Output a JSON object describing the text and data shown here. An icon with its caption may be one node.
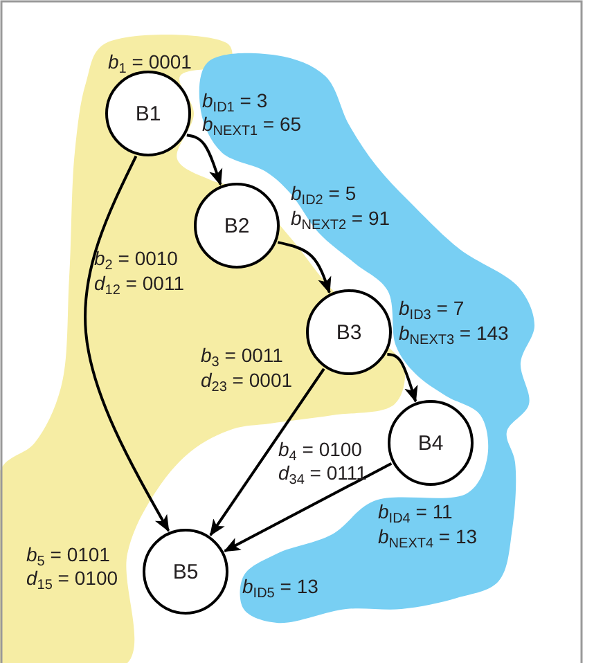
{
  "diagram": {
    "nodes": [
      {
        "text": [
          "B1"
        ],
        "beside": [
          "*b*$_{1}$ = 0001",
          "*b*$_{ID1}$ = 3",
          "*b*$_{NEXT1}$ = 65"
        ]
      },
      {
        "text": [
          "B2"
        ],
        "beside": [
          "*b*$_{ID2}$ = 5",
          "*b*$_{NEXT2}$ = 91",
          "*b*$_{2}$ = 0010",
          "*d*$_{12}$ = 0011"
        ]
      },
      {
        "text": [
          "B3"
        ],
        "beside": [
          "*b*$_{ID3}$ = 7",
          "*b*$_{NEXT3}$ = 143",
          "*b*$_{3}$ = 0011",
          "*d*$_{23}$ = 0001"
        ]
      },
      {
        "text": [
          "B4"
        ],
        "beside": [
          "*b*$_{4}$ = 0100",
          "*d*$_{34}$ = 0111",
          "*b*$_{ID4}$ = 11",
          "*b*$_{NEXT4}$ = 13"
        ]
      },
      {
        "text": [
          "B5"
        ],
        "beside": [
          "*b*$_{5}$ = 0101",
          "*d*$_{15}$ = 0100",
          "*b*$_{ID5}$ = 13"
        ]
      }
    ],
    "edges": [
      {
        "from": 0,
        "to": 1,
        "arrow": "to"
      },
      {
        "from": 1,
        "to": 2,
        "arrow": "to"
      },
      {
        "from": 2,
        "to": 3,
        "arrow": "to"
      },
      {
        "from": 0,
        "to": 4,
        "arrow": "to"
      },
      {
        "from": 2,
        "to": 4,
        "arrow": "to"
      },
      {
        "from": 3,
        "to": 4,
        "arrow": "to"
      }
    ]
  }
}
